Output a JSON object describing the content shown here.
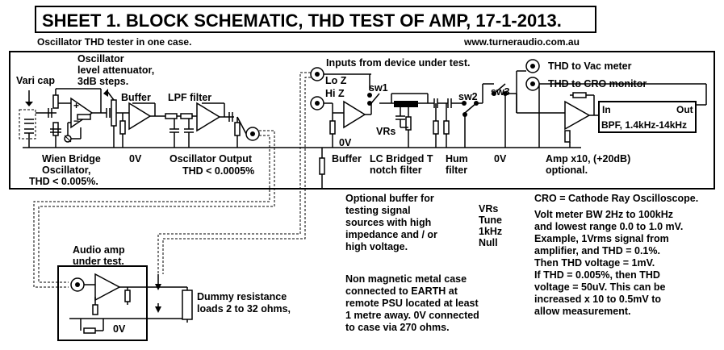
{
  "title": "SHEET 1. BLOCK SCHEMATIC, THD TEST OF AMP, 17-1-2013.",
  "subtitle": "Oscillator THD tester in one case.",
  "website": "www.turneraudio.com.au",
  "labels": {
    "vari_cap": "Vari cap",
    "osc_atten_1": "Oscillator",
    "osc_atten_2": "level attenuator,",
    "osc_atten_3": "3dB steps.",
    "buffer1": "Buffer",
    "lpf": "LPF filter",
    "inputs": "Inputs from device under test.",
    "lo_z": "Lo Z",
    "hi_z": "Hi Z",
    "sw1": "sw1",
    "sw2": "sw2",
    "sw3": "sw3",
    "vrs": "VRs",
    "thd_vac": "THD to Vac meter",
    "thd_cro": "THD to CRO monitor",
    "bpf_in": "In",
    "bpf_out": "Out",
    "bpf": "BPF, 1.4kHz-14kHz",
    "zero_v_buf": "0V",
    "wien_1": "Wien Bridge",
    "wien_2": "Oscillator,",
    "wien_3": "THD < 0.005%.",
    "zero_v_osc": "0V",
    "osc_out_1": "Oscillator Output",
    "osc_out_2": "THD < 0.0005%",
    "buffer2": "Buffer",
    "lc_1": "LC  Bridged T",
    "lc_2": "notch filter",
    "hum_1": "Hum",
    "hum_2": "filter",
    "zero_v_mid": "0V",
    "amp_1": "Amp x10, (+20dB)",
    "amp_2": "optional.",
    "audio_amp_1": "Audio amp",
    "audio_amp_2": "under test.",
    "zero_v_amp": "0V",
    "dummy_1": "Dummy resistance",
    "dummy_2": "loads 2 to 32 ohms,"
  },
  "notes": {
    "buffer_note": [
      "Optional buffer for",
      "testing signal",
      "sources with high",
      "impedance and / or",
      "high voltage."
    ],
    "vrs_note": [
      "VRs",
      "Tune",
      "1kHz",
      "Null"
    ],
    "case_note": [
      "Non magnetic metal case",
      "connected to EARTH at",
      "remote PSU located at least",
      "1 metre away. 0V connected",
      "to case via 270 ohms."
    ],
    "cro_note": [
      "CRO = Cathode Ray Oscilloscope.",
      "Volt meter BW 2Hz to 100kHz",
      "and lowest range 0.0 to 1.0 mV.",
      "Example, 1Vrms signal from",
      "amplifier, and THD = 0.1%.",
      "Then THD voltage = 1mV.",
      "If THD = 0.005%, then THD",
      "voltage = 50uV. This can be",
      "increased x 10 to 0.5mV to",
      "allow measurement."
    ]
  }
}
